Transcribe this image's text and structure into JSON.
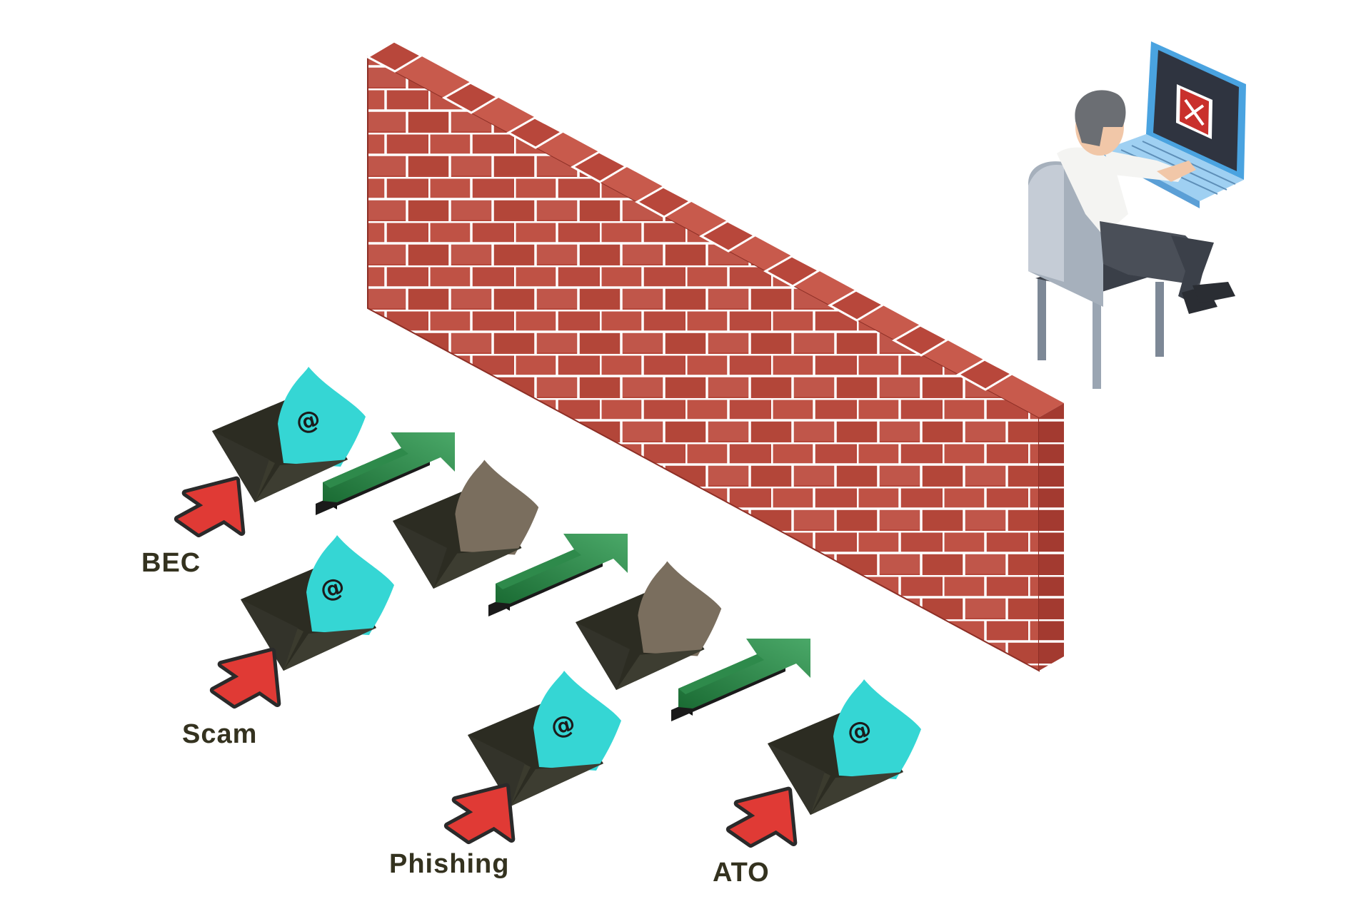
{
  "threats": [
    {
      "id": "bec",
      "label": "BEC"
    },
    {
      "id": "scam",
      "label": "Scam"
    },
    {
      "id": "phishing",
      "label": "Phishing"
    },
    {
      "id": "ato",
      "label": "ATO"
    }
  ],
  "email_symbol": "@",
  "icons": {
    "threat_pointer": "red-arrow-icon",
    "forward": "green-arrow-icon",
    "email": "email-envelope-icon",
    "blocked": "close-icon"
  },
  "colors": {
    "brick": "#b6473b",
    "mortar": "#ffffff",
    "email_letter": "#35d6d4",
    "envelope": "#2c2c22",
    "forward_arrow": "#1f7a3c",
    "threat_arrow": "#e03a35",
    "screen_x": "#c9302c"
  }
}
